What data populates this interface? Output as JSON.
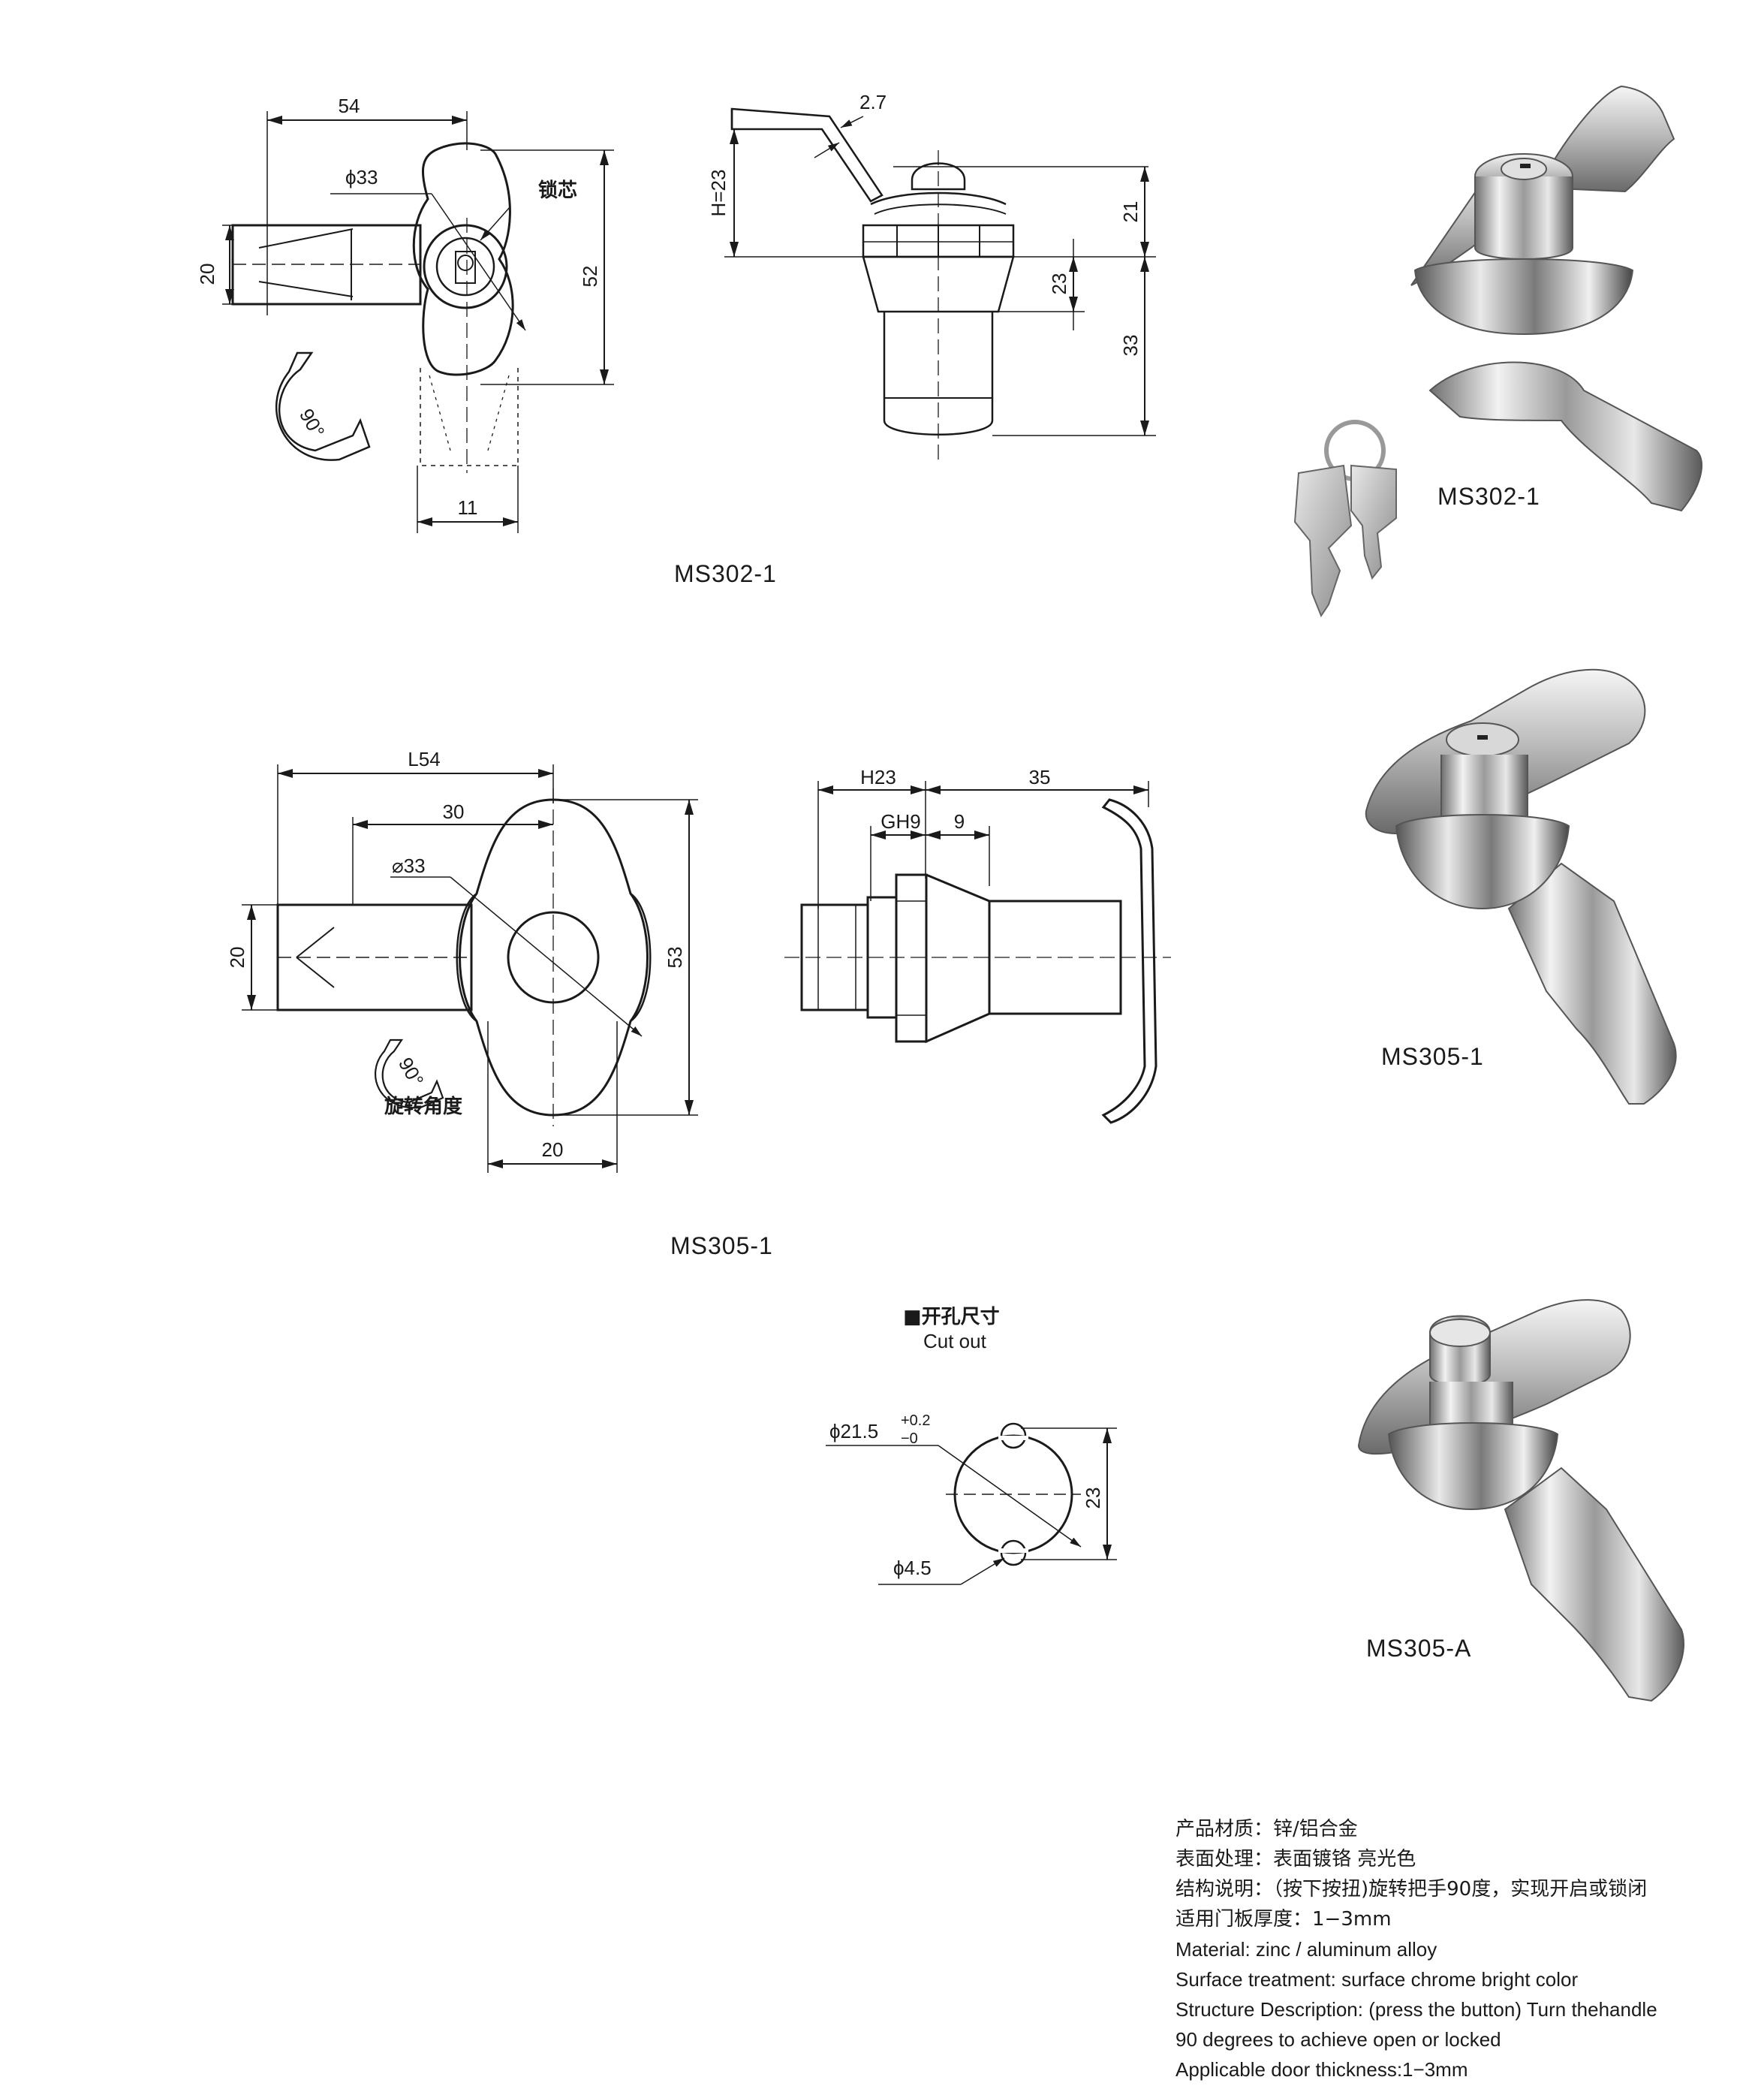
{
  "drawings": {
    "ms302_1": {
      "model_label": "MS302-1",
      "dims": {
        "width_54": "54",
        "dia_33": "ϕ33",
        "core_label": "锁芯",
        "h_20": "20",
        "h_52": "52",
        "w_11": "11",
        "rot": "90°"
      },
      "side_dims": {
        "t_27": "2.7",
        "h23": "H=23",
        "d21": "21",
        "d23": "23",
        "d33": "33"
      }
    },
    "ms305_1": {
      "model_label": "MS305-1",
      "dims": {
        "l54": "L54",
        "d30": "30",
        "dia33": "⌀33",
        "h20": "20",
        "h53": "53",
        "w20": "20",
        "rot": "90°",
        "rot_label": "旋转角度"
      },
      "side_dims": {
        "h23": "H23",
        "gh9": "GH9",
        "d9": "9",
        "d35": "35"
      }
    },
    "cutout": {
      "title_cn": "■开孔尺寸",
      "title_en": "Cut out",
      "dia": "ϕ21.5",
      "tol_plus": "+0.2",
      "tol_minus": "−0",
      "notch": "ϕ4.5",
      "h23": "23"
    }
  },
  "products": [
    {
      "label": "MS302-1"
    },
    {
      "label": "MS305-1"
    },
    {
      "label": "MS305-A"
    }
  ],
  "specs": {
    "cn": [
      "产品材质：锌/铝合金",
      "表面处理：表面镀铬 亮光色",
      "结构说明：（按下按扭)旋转把手90度，实现开启或锁闭",
      "适用门板厚度：1−3mm"
    ],
    "en": [
      "Material: zinc / aluminum alloy",
      "Surface treatment: surface chrome bright color",
      "Structure Description: (press the button) Turn thehandle",
      "90 degrees to achieve open or locked",
      "Applicable door thickness:1−3mm"
    ]
  }
}
